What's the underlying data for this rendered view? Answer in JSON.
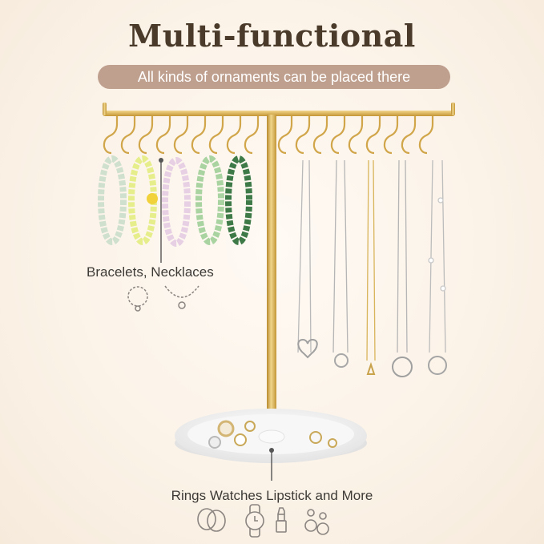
{
  "header": {
    "title": "Multi-functional",
    "subtitle": "All kinds of ornaments can be placed there"
  },
  "labels": {
    "bracelets_necklaces": "Bracelets, Necklaces",
    "rings_watches": "Rings Watches Lipstick and More"
  },
  "colors": {
    "gold": "#d4a94e",
    "pill": "#bfa08f",
    "title": "#4a3a2a",
    "tray": "#f3f3f3"
  },
  "icons": [
    "bracelet-icon",
    "necklace-icon",
    "ring-icon",
    "watch-icon",
    "lipstick-icon",
    "earring-icon"
  ]
}
